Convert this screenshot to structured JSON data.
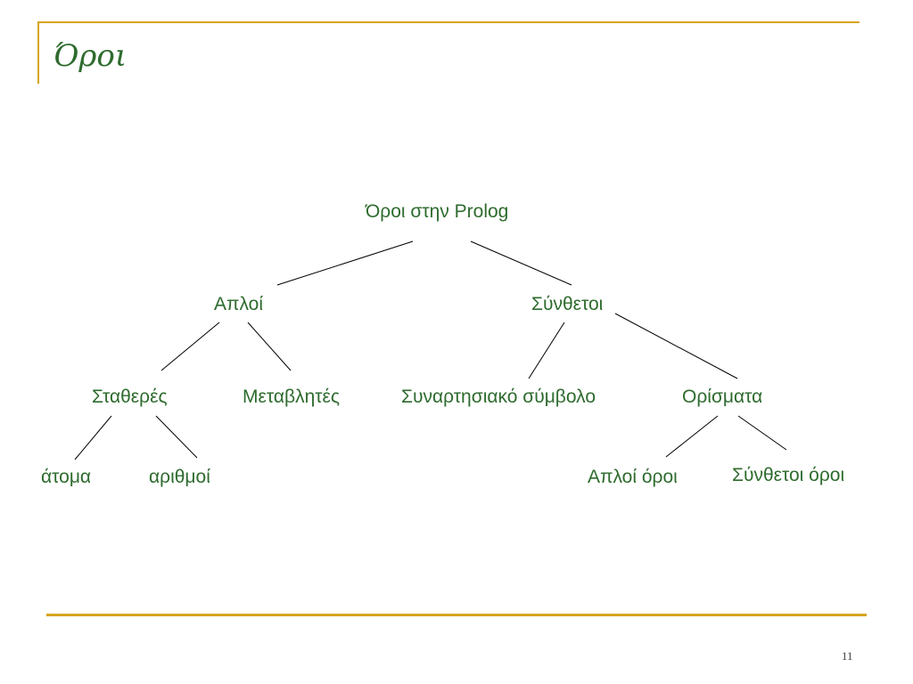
{
  "slide": {
    "title": "Όροι",
    "page_number": "11",
    "accent_color": "#d6a41e",
    "text_color": "#2e6b2e"
  },
  "diagram": {
    "root": "Όροι στην Prolog",
    "simple": "Απλοί",
    "compound": "Σύνθετοι",
    "constants": "Σταθερές",
    "variables": "Μεταβλητές",
    "functor": "Συναρτησιακό σύμβολο",
    "arguments": "Ορίσματα",
    "atoms": "άτομα",
    "numbers": "αριθμοί",
    "simple_terms": "Απλοί όροι",
    "compound_terms": "Σύνθετοι όροι"
  }
}
